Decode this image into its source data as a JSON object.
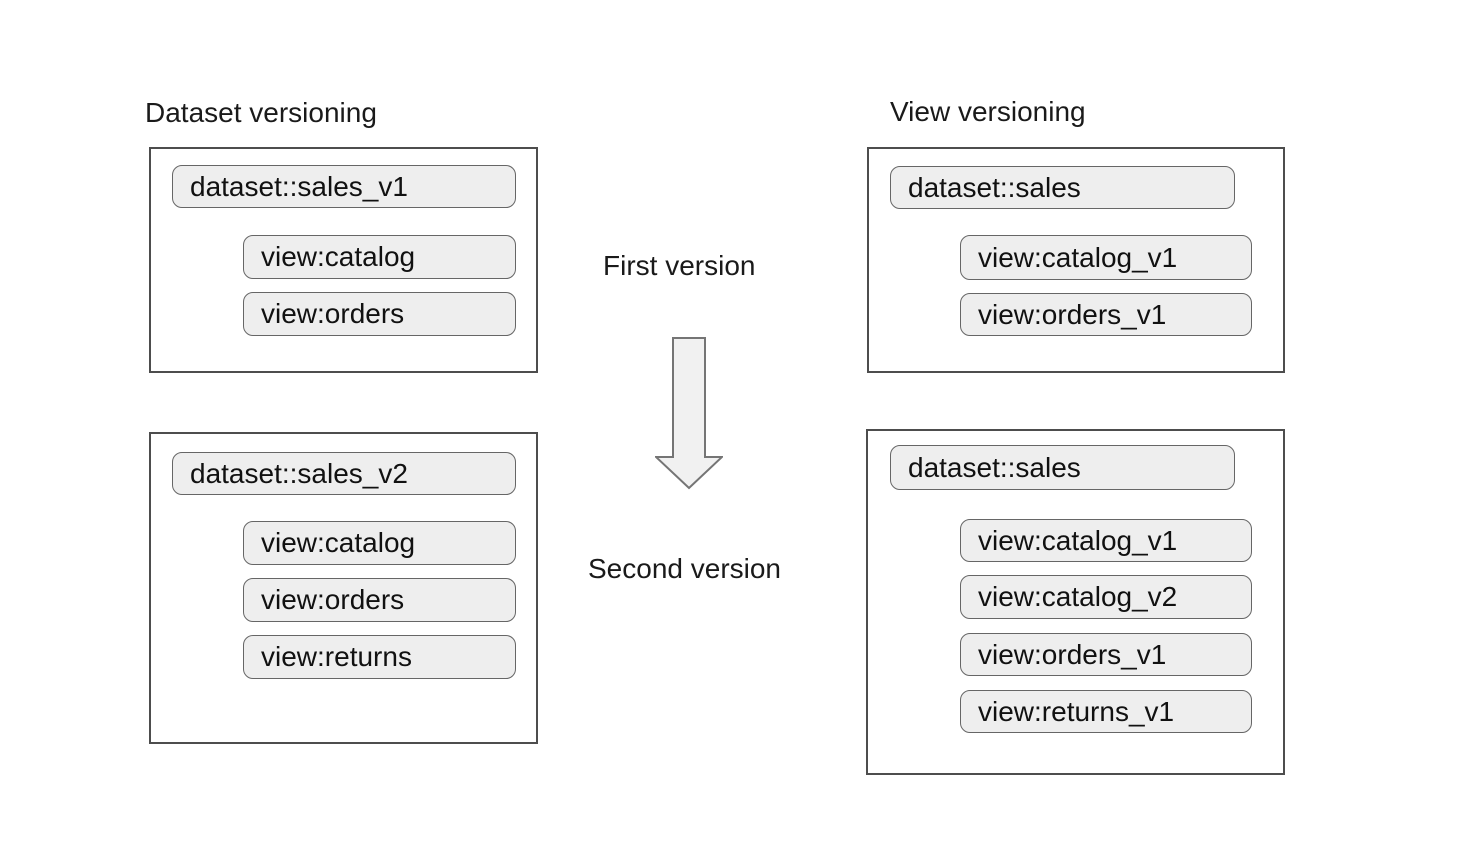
{
  "titles": {
    "left": "Dataset versioning",
    "right": "View versioning"
  },
  "middle": {
    "first_label": "First version",
    "second_label": "Second version"
  },
  "boxes": {
    "dataset_v1": {
      "dataset": "dataset::sales_v1",
      "views": [
        "view:catalog",
        "view:orders"
      ]
    },
    "dataset_v2": {
      "dataset": "dataset::sales_v2",
      "views": [
        "view:catalog",
        "view:orders",
        "view:returns"
      ]
    },
    "view_v1": {
      "dataset": "dataset::sales",
      "views": [
        "view:catalog_v1",
        "view:orders_v1"
      ]
    },
    "view_v2": {
      "dataset": "dataset::sales",
      "views": [
        "view:catalog_v1",
        "view:catalog_v2",
        "view:orders_v1",
        "view:returns_v1"
      ]
    }
  },
  "icons": {
    "down_arrow": "down-arrow-icon"
  },
  "colors": {
    "background": "#ffffff",
    "pill_fill": "#eeeeee",
    "pill_border": "#666666",
    "box_border": "#4d4d4d",
    "arrow_fill": "#f1f1f1",
    "arrow_border": "#757575",
    "text": "#1a1a1a"
  }
}
